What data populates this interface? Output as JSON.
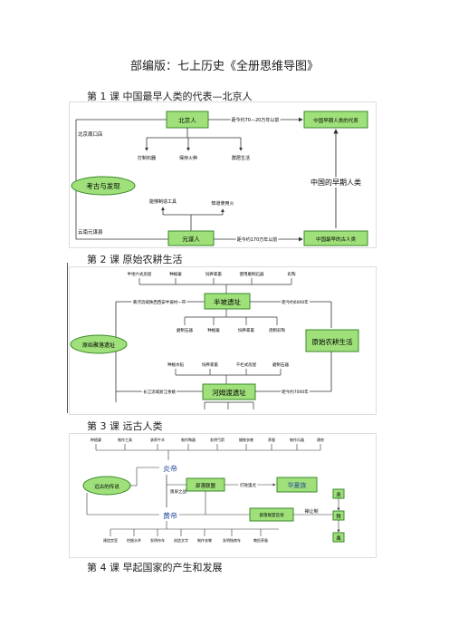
{
  "doc": {
    "title": "部编版：七上历史《全册思维导图》",
    "lesson1": "第 1 课  中国最早人类的代表—北京人",
    "lesson2": "第 2 课  原始农耕生活",
    "lesson3": "第 3 课  远古人类",
    "lesson4": "第 4 课  早起国家的产生和发展"
  },
  "fig1": {
    "center": "考古与发现",
    "top_box": "北京人",
    "top_date": "距今约70—20万年以前",
    "top_right": "中国早期人类的代表",
    "top_place": "北京周口店",
    "top_items": [
      "打制石器",
      "保存火种",
      "群居生活"
    ],
    "side_label": "中国的早期人类",
    "bot_box": "元谋人",
    "bot_date": "距今约170万年以前",
    "bot_right": "中国最早的古人类",
    "bot_place": "云南元谋县",
    "bot_items": [
      "能够制造工具",
      "知道使用火"
    ]
  },
  "fig2": {
    "center": "原始聚落遗址",
    "top_box": "半坡遗址",
    "top_items": [
      "半地穴式房屋",
      "种植粟",
      "饲养家畜",
      "使用磨制石器",
      "彩陶"
    ],
    "top_place": "黄河流域陕西西安半坡村一带",
    "top_date": "距今约6000年",
    "mid_items": [
      "磨制石器",
      "种植粟",
      "饲养家畜",
      "烧制彩陶"
    ],
    "side_box": "原始农耕生活",
    "bot_items": [
      "种植水稻",
      "饲养家畜",
      "干栏式房屋",
      "磨制石器"
    ],
    "bot_place": "长江流域浙江余姚",
    "bot_box": "河姆渡遗址",
    "bot_date": "距今约7000年"
  },
  "fig3": {
    "top_items": [
      "种植粟",
      "制作工具",
      "驯养牛羊",
      "制作陶器",
      "发明弓箭",
      "缝制衣裳",
      "养蚕",
      "制作乐器",
      "建房"
    ],
    "center": "远古的传说",
    "yan": "炎帝",
    "huang": "黄帝",
    "union": "部落联盟",
    "war": "打败蚩尤",
    "huaxia": "华夏族",
    "chief": "部落联盟首领",
    "succession": "禅让制",
    "fight": "阪泉之战",
    "sages": [
      "尧",
      "舜",
      "禹"
    ],
    "bot_items": [
      "建造宫室",
      "挖掘水井",
      "发明舟车",
      "创造文字",
      "制作衣裳",
      "发明指南车",
      "教民养蚕"
    ]
  }
}
